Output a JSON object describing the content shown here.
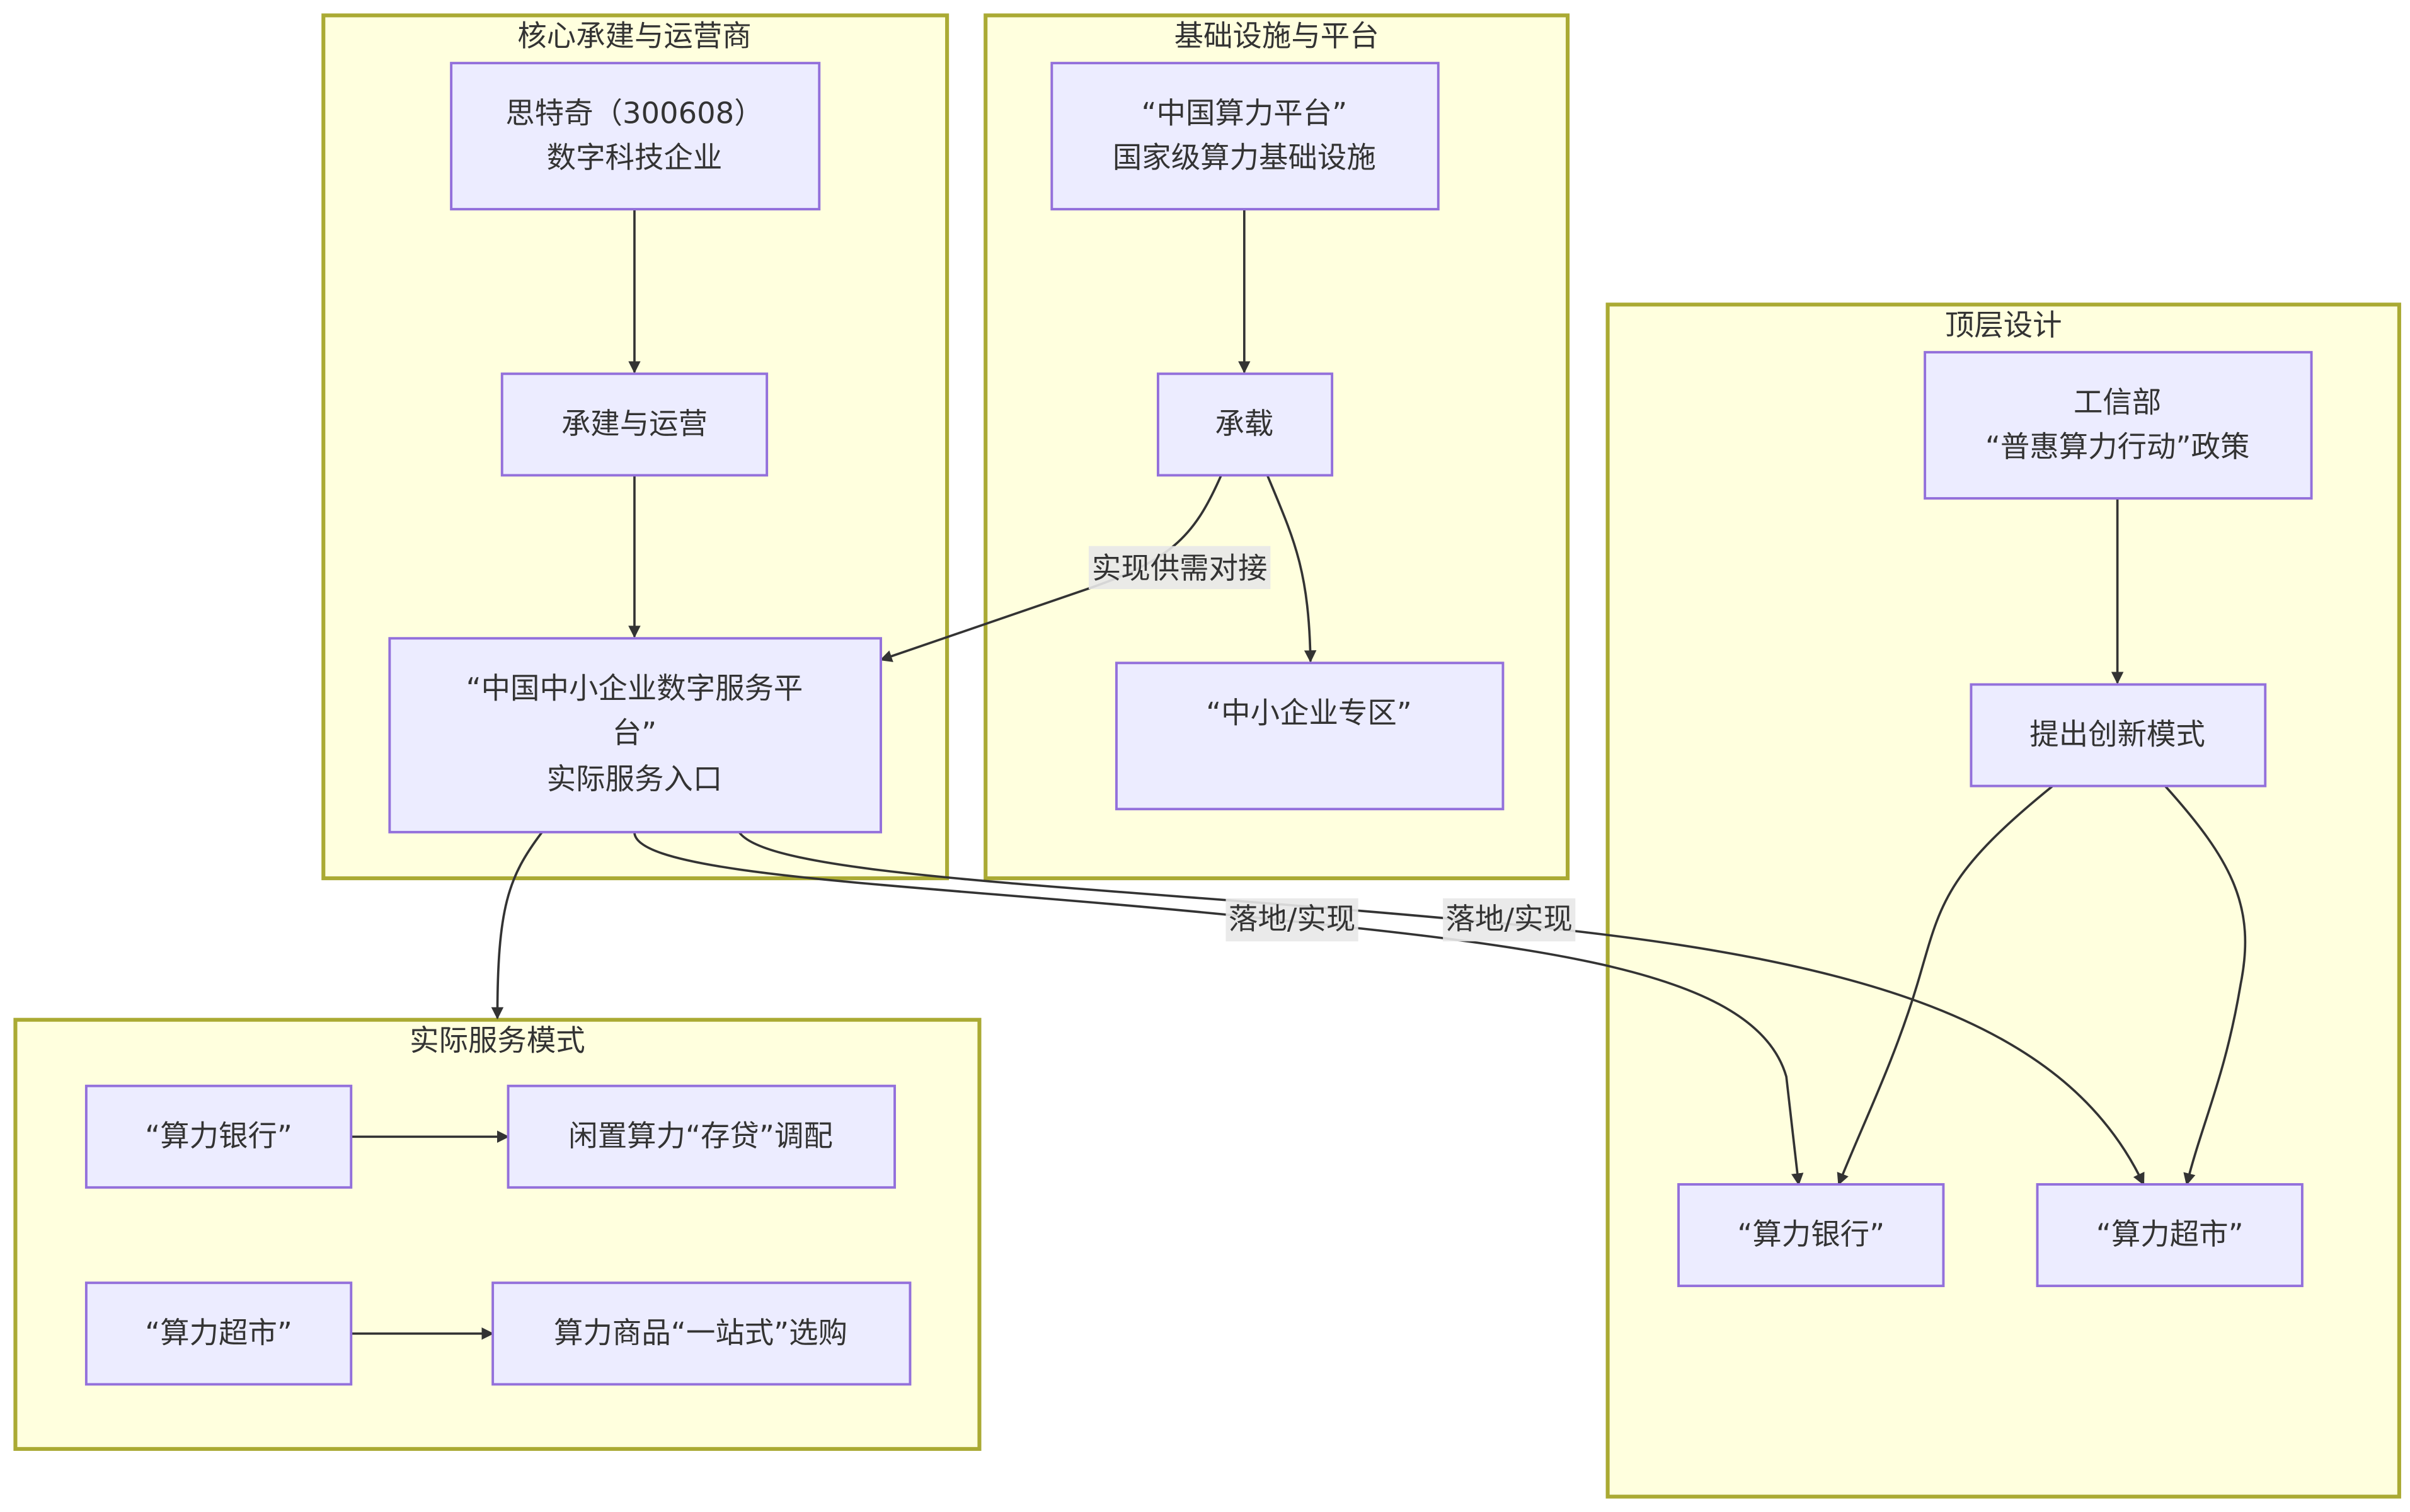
{
  "clusters": {
    "operator": {
      "title": "核心承建与运营商"
    },
    "infra": {
      "title": "基础设施与平台"
    },
    "toplevel": {
      "title": "顶层设计"
    },
    "service": {
      "title": "实际服务模式"
    }
  },
  "nodes": {
    "stq": {
      "line1": "思特奇（300608）",
      "line2": "数字科技企业"
    },
    "build_ops": {
      "line1": "承建与运营"
    },
    "sme_platform": {
      "line1": "“中国中小企业数字服务平",
      "line2": "台”",
      "line3": "实际服务入口"
    },
    "cn_compute": {
      "line1": "“中国算力平台”",
      "line2": "国家级算力基础设施"
    },
    "carry": {
      "line1": "承载"
    },
    "sme_zone": {
      "line1": "“中小企业专区”"
    },
    "miit": {
      "line1": "工信部",
      "line2": "“普惠算力行动”政策"
    },
    "innovate": {
      "line1": "提出创新模式"
    },
    "top_bank": {
      "line1": "“算力银行”"
    },
    "top_market": {
      "line1": "“算力超市”"
    },
    "svc_bank": {
      "line1": "“算力银行”"
    },
    "svc_bank_desc": {
      "line1": "闲置算力“存贷”调配"
    },
    "svc_market": {
      "line1": "“算力超市”"
    },
    "svc_market_desc": {
      "line1": "算力商品“一站式”选购"
    }
  },
  "edge_labels": {
    "supply_demand": "实现供需对接",
    "land1": "落地/实现",
    "land2": "落地/实现"
  },
  "colors": {
    "cluster_fill": "#ffffde",
    "cluster_stroke": "#aaaa33",
    "node_fill": "#ececff",
    "node_stroke": "#9370db",
    "edge": "#333333"
  }
}
